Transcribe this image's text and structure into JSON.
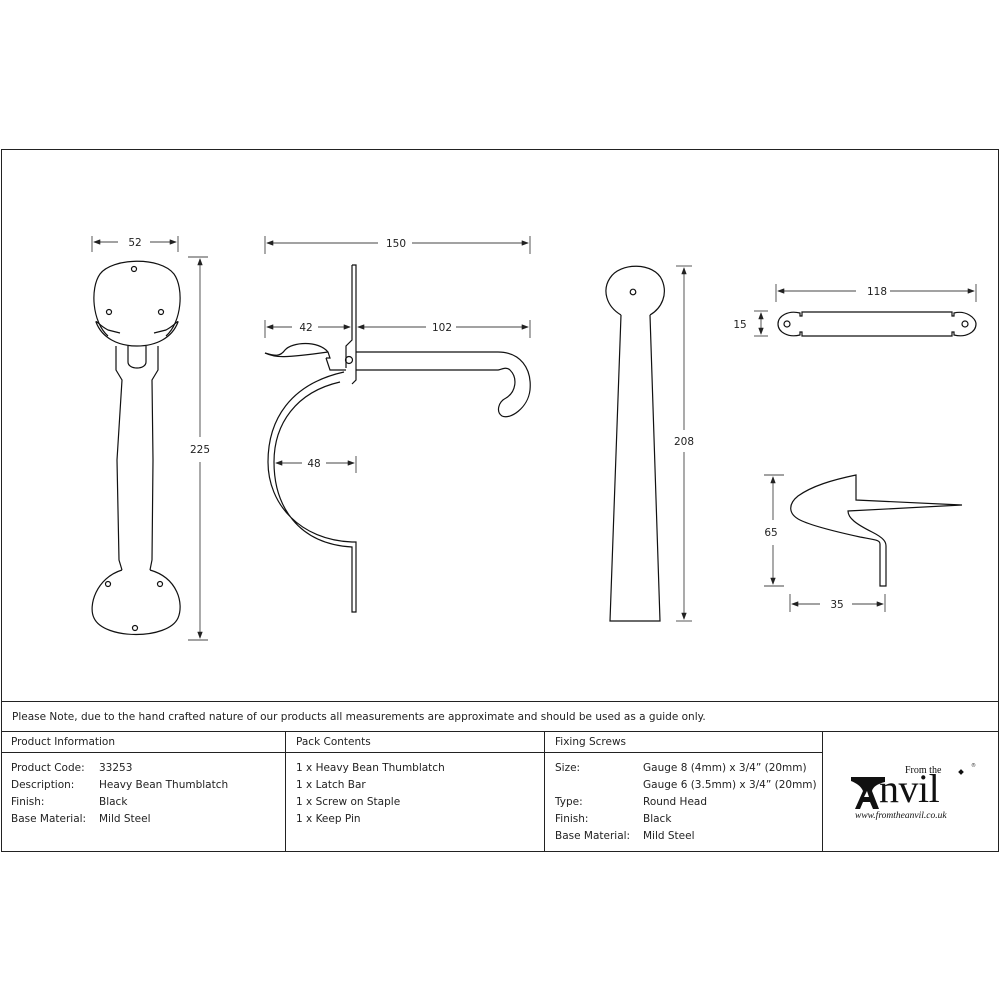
{
  "drawing": {
    "handle": {
      "width_dim": "52",
      "height_dim": "225"
    },
    "latch_side": {
      "overall_dim": "150",
      "front_dim": "42",
      "bar_dim": "102",
      "curve_dim": "48"
    },
    "backplate": {
      "height_dim": "208"
    },
    "keep": {
      "length_dim": "118",
      "height_dim": "15"
    },
    "staple": {
      "height_dim": "65",
      "width_dim": "35"
    }
  },
  "note": "Please Note, due to the hand crafted nature of our products all measurements are approximate and should be used as a guide only.",
  "product_information": {
    "title": "Product Information",
    "rows": [
      {
        "label": "Product Code:",
        "value": "33253"
      },
      {
        "label": "Description:",
        "value": "Heavy Bean Thumblatch"
      },
      {
        "label": "Finish:",
        "value": "Black"
      },
      {
        "label": "Base Material:",
        "value": "Mild Steel"
      }
    ]
  },
  "pack_contents": {
    "title": "Pack Contents",
    "items": [
      "1 x Heavy Bean Thumblatch",
      "1 x Latch Bar",
      "1 x Screw on Staple",
      "1 x Keep Pin"
    ]
  },
  "fixing_screws": {
    "title": "Fixing Screws",
    "rows": [
      {
        "label": "Size:",
        "value": "Gauge 8 (4mm) x 3/4” (20mm)"
      },
      {
        "label": "",
        "value": "Gauge 6 (3.5mm) x 3/4” (20mm)"
      },
      {
        "label": "Type:",
        "value": "Round Head"
      },
      {
        "label": "Finish:",
        "value": "Black"
      },
      {
        "label": "Base Material:",
        "value": "Mild Steel"
      }
    ]
  },
  "logo": {
    "from_the": "From the",
    "word": "Anvil",
    "registered": "®",
    "url": "www.fromtheanvil.co.uk"
  }
}
